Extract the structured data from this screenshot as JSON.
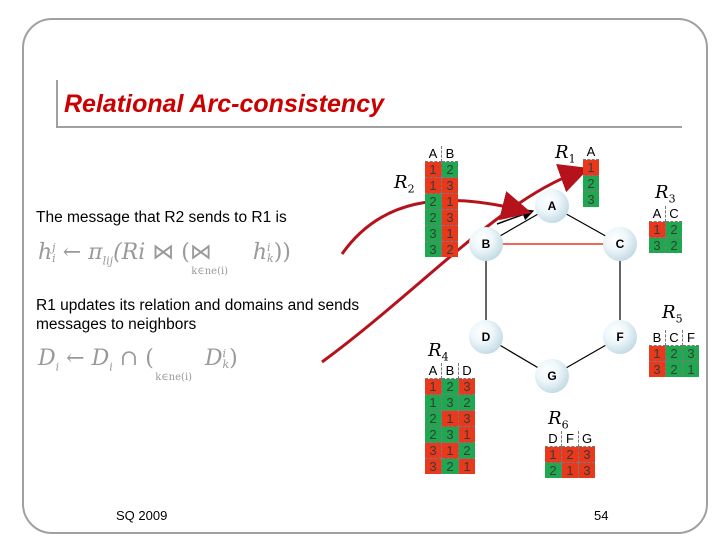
{
  "title": "Relational Arc-consistency",
  "message_text": "The message that R2 sends to R1 is",
  "update_text": "R1 updates its relation and domains and sends messages to neighbors",
  "formula1": {
    "lhs": "h",
    "sup": "j",
    "sub": "i",
    "arrow": "←",
    "pi": "π",
    "pi_sub": "lij",
    "arg": "(Ri",
    "join": "⋈",
    "bigjoin": "(⋈",
    "idx": "k∈ne(i)",
    "h2": "h",
    "h2_sup": "i",
    "h2_sub": "k",
    "close": "))"
  },
  "formula2": {
    "lhs": "D",
    "lhs_sub": "i",
    "arrow": "←",
    "rhs": "D",
    "rhs_sub": "i",
    "cap": "∩",
    "open": "(",
    "idx": "k∈ne(i)",
    "d2": "D",
    "d2_sup": "i",
    "d2_sub": "k",
    "close": ")"
  },
  "footer_left": "SQ 2009",
  "page_number": "54",
  "nodes": [
    {
      "id": "A",
      "label": "A"
    },
    {
      "id": "B",
      "label": "B"
    },
    {
      "id": "C",
      "label": "C"
    },
    {
      "id": "D",
      "label": "D"
    },
    {
      "id": "F",
      "label": "F"
    },
    {
      "id": "G",
      "label": "G"
    }
  ],
  "relations": {
    "R1": {
      "name": "R",
      "sub": "1",
      "headers": [
        "A"
      ],
      "rows": [
        [
          {
            "v": "1",
            "c": "r"
          }
        ],
        [
          {
            "v": "2",
            "c": "g"
          }
        ],
        [
          {
            "v": "3",
            "c": "g"
          }
        ]
      ]
    },
    "R2": {
      "name": "R",
      "sub": "2",
      "headers": [
        "A",
        "B"
      ],
      "rows": [
        [
          {
            "v": "1",
            "c": "r"
          },
          {
            "v": "2",
            "c": "g"
          }
        ],
        [
          {
            "v": "1",
            "c": "r"
          },
          {
            "v": "3",
            "c": "r"
          }
        ],
        [
          {
            "v": "2",
            "c": "g"
          },
          {
            "v": "1",
            "c": "r"
          }
        ],
        [
          {
            "v": "2",
            "c": "g"
          },
          {
            "v": "3",
            "c": "r"
          }
        ],
        [
          {
            "v": "3",
            "c": "g"
          },
          {
            "v": "1",
            "c": "r"
          }
        ],
        [
          {
            "v": "3",
            "c": "g"
          },
          {
            "v": "2",
            "c": "r"
          }
        ]
      ]
    },
    "R3": {
      "name": "R",
      "sub": "3",
      "headers": [
        "A",
        "C"
      ],
      "rows": [
        [
          {
            "v": "1",
            "c": "r"
          },
          {
            "v": "2",
            "c": "g"
          }
        ],
        [
          {
            "v": "3",
            "c": "g"
          },
          {
            "v": "2",
            "c": "g"
          }
        ]
      ]
    },
    "R4": {
      "name": "R",
      "sub": "4",
      "headers": [
        "A",
        "B",
        "D"
      ],
      "rows": [
        [
          {
            "v": "1",
            "c": "r"
          },
          {
            "v": "2",
            "c": "g"
          },
          {
            "v": "3",
            "c": "r"
          }
        ],
        [
          {
            "v": "1",
            "c": "g"
          },
          {
            "v": "3",
            "c": "g"
          },
          {
            "v": "2",
            "c": "g"
          }
        ],
        [
          {
            "v": "2",
            "c": "g"
          },
          {
            "v": "1",
            "c": "r"
          },
          {
            "v": "3",
            "c": "r"
          }
        ],
        [
          {
            "v": "2",
            "c": "g"
          },
          {
            "v": "3",
            "c": "g"
          },
          {
            "v": "1",
            "c": "r"
          }
        ],
        [
          {
            "v": "3",
            "c": "r"
          },
          {
            "v": "1",
            "c": "r"
          },
          {
            "v": "2",
            "c": "g"
          }
        ],
        [
          {
            "v": "3",
            "c": "r"
          },
          {
            "v": "2",
            "c": "g"
          },
          {
            "v": "1",
            "c": "r"
          }
        ]
      ]
    },
    "R5": {
      "name": "R",
      "sub": "5",
      "headers": [
        "B",
        "C",
        "F"
      ],
      "rows": [
        [
          {
            "v": "1",
            "c": "r"
          },
          {
            "v": "2",
            "c": "g"
          },
          {
            "v": "3",
            "c": "g"
          }
        ],
        [
          {
            "v": "3",
            "c": "r"
          },
          {
            "v": "2",
            "c": "g"
          },
          {
            "v": "1",
            "c": "g"
          }
        ]
      ]
    },
    "R6": {
      "name": "R",
      "sub": "6",
      "headers": [
        "D",
        "F",
        "G"
      ],
      "rows": [
        [
          {
            "v": "1",
            "c": "r"
          },
          {
            "v": "2",
            "c": "r"
          },
          {
            "v": "3",
            "c": "r"
          }
        ],
        [
          {
            "v": "2",
            "c": "g"
          },
          {
            "v": "1",
            "c": "r"
          },
          {
            "v": "3",
            "c": "r"
          }
        ]
      ]
    }
  },
  "colors": {
    "accent": "#cc0000",
    "green": "#1fa84f",
    "red": "#e8391d",
    "node": "#a9c9d6",
    "arrow": "#b5121b"
  }
}
